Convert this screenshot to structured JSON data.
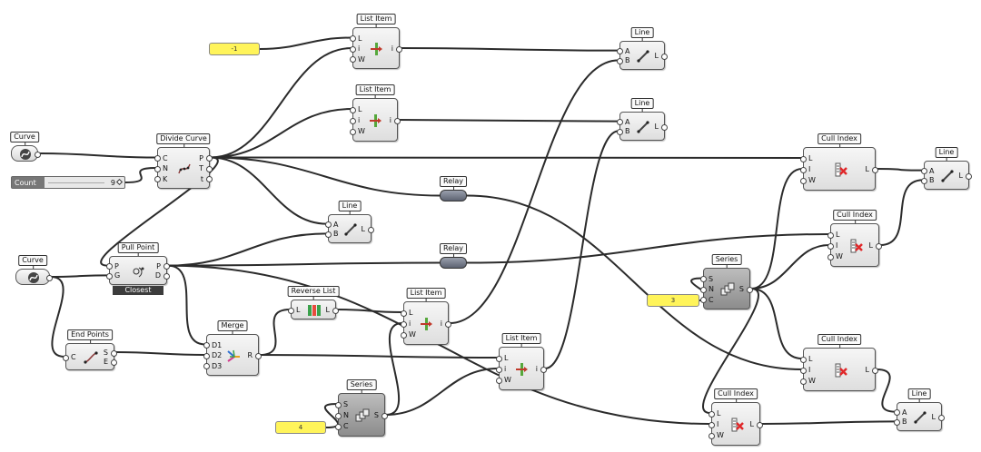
{
  "colors": {
    "wire": "#2b2b2b",
    "panel": "#fff45a",
    "cross": "#e0282a"
  },
  "components": [
    {
      "id": "listitem1",
      "kind": "comp",
      "title": "List Item",
      "icon": "list-item-icon",
      "inputs": [
        "L",
        "i",
        "W"
      ],
      "outputs": [
        "i"
      ]
    },
    {
      "id": "listitem2",
      "kind": "comp",
      "title": "List Item",
      "icon": "list-item-icon",
      "inputs": [
        "L",
        "i",
        "W"
      ],
      "outputs": [
        "i"
      ]
    },
    {
      "id": "line1",
      "kind": "comp",
      "title": "Line",
      "icon": "line-icon",
      "inputs": [
        "A",
        "B"
      ],
      "outputs": [
        "L"
      ]
    },
    {
      "id": "line2",
      "kind": "comp",
      "title": "Line",
      "icon": "line-icon",
      "inputs": [
        "A",
        "B"
      ],
      "outputs": [
        "L"
      ]
    },
    {
      "id": "curve1",
      "kind": "param",
      "title": "Curve",
      "icon": "curve-param-icon"
    },
    {
      "id": "divide",
      "kind": "comp",
      "title": "Divide Curve",
      "icon": "divide-curve-icon",
      "inputs": [
        "C",
        "N",
        "K"
      ],
      "outputs": [
        "P",
        "T",
        "t"
      ]
    },
    {
      "id": "count",
      "kind": "slider",
      "label": "Count",
      "value": "9"
    },
    {
      "id": "relay1",
      "kind": "relay",
      "title": "Relay"
    },
    {
      "id": "line3",
      "kind": "comp",
      "title": "Line",
      "icon": "line-icon",
      "inputs": [
        "A",
        "B"
      ],
      "outputs": [
        "L"
      ]
    },
    {
      "id": "curve2",
      "kind": "param",
      "title": "Curve",
      "icon": "curve-param-icon"
    },
    {
      "id": "pullpoint",
      "kind": "comp",
      "title": "Pull Point",
      "icon": "pull-point-icon",
      "inputs": [
        "P",
        "G"
      ],
      "outputs": [
        "P",
        "D"
      ],
      "below": "Closest"
    },
    {
      "id": "relay2",
      "kind": "relay",
      "title": "Relay"
    },
    {
      "id": "cull1",
      "kind": "comp",
      "title": "Cull Index",
      "icon": "cull-index-icon",
      "inputs": [
        "L",
        "I",
        "W"
      ],
      "outputs": [
        "L"
      ]
    },
    {
      "id": "line4",
      "kind": "comp",
      "title": "Line",
      "icon": "line-icon",
      "inputs": [
        "A",
        "B"
      ],
      "outputs": [
        "L"
      ]
    },
    {
      "id": "cull2",
      "kind": "comp",
      "title": "Cull Index",
      "icon": "cull-index-icon",
      "inputs": [
        "L",
        "I",
        "W"
      ],
      "outputs": [
        "L"
      ]
    },
    {
      "id": "series1",
      "kind": "comp",
      "dark": true,
      "title": "Series",
      "icon": "series-icon",
      "inputs": [
        "S",
        "N",
        "C"
      ],
      "outputs": [
        "S"
      ]
    },
    {
      "id": "endpoints",
      "kind": "comp",
      "title": "End Points",
      "icon": "end-points-icon",
      "inputs": [
        "C"
      ],
      "outputs": [
        "S",
        "E"
      ]
    },
    {
      "id": "merge",
      "kind": "comp",
      "title": "Merge",
      "icon": "merge-icon",
      "inputs": [
        "D1",
        "D2",
        "D3"
      ],
      "outputs": [
        "R"
      ]
    },
    {
      "id": "reverse",
      "kind": "comp",
      "title": "Reverse List",
      "icon": "reverse-list-icon",
      "inputs": [
        "L"
      ],
      "outputs": [
        "L"
      ]
    },
    {
      "id": "listitem3",
      "kind": "comp",
      "title": "List Item",
      "icon": "list-item-icon",
      "inputs": [
        "L",
        "i",
        "W"
      ],
      "outputs": [
        "i"
      ]
    },
    {
      "id": "listitem4",
      "kind": "comp",
      "title": "List Item",
      "icon": "list-item-icon",
      "inputs": [
        "L",
        "i",
        "W"
      ],
      "outputs": [
        "i"
      ]
    },
    {
      "id": "series2",
      "kind": "comp",
      "dark": true,
      "title": "Series",
      "icon": "series-icon",
      "inputs": [
        "S",
        "N",
        "C"
      ],
      "outputs": [
        "S"
      ]
    },
    {
      "id": "cull3",
      "kind": "comp",
      "title": "Cull Index",
      "icon": "cull-index-icon",
      "inputs": [
        "L",
        "I",
        "W"
      ],
      "outputs": [
        "L"
      ]
    },
    {
      "id": "line5",
      "kind": "comp",
      "title": "Line",
      "icon": "line-icon",
      "inputs": [
        "A",
        "B"
      ],
      "outputs": [
        "L"
      ]
    },
    {
      "id": "cull4",
      "kind": "comp",
      "title": "Cull Index",
      "icon": "cull-index-icon",
      "inputs": [
        "L",
        "I",
        "W"
      ],
      "outputs": [
        "L"
      ]
    },
    {
      "id": "panel1",
      "kind": "panel",
      "value": "-1"
    },
    {
      "id": "panel2",
      "kind": "panel",
      "value": "3"
    },
    {
      "id": "panel3",
      "kind": "panel",
      "value": "4"
    }
  ],
  "wires": [
    [
      "panel1",
      "listitem1"
    ],
    [
      "divide",
      "listitem1"
    ],
    [
      "divide",
      "listitem2"
    ],
    [
      "listitem1",
      "line1"
    ],
    [
      "listitem2",
      "line2"
    ],
    [
      "curve1",
      "divide"
    ],
    [
      "count",
      "divide"
    ],
    [
      "divide",
      "cull1"
    ],
    [
      "divide",
      "relay1"
    ],
    [
      "divide",
      "line3"
    ],
    [
      "pullpoint",
      "line3"
    ],
    [
      "divide",
      "pullpoint"
    ],
    [
      "curve2",
      "pullpoint"
    ],
    [
      "curve2",
      "endpoints"
    ],
    [
      "pullpoint",
      "relay2"
    ],
    [
      "relay2",
      "cull2"
    ],
    [
      "pullpoint",
      "merge"
    ],
    [
      "endpoints",
      "merge"
    ],
    [
      "merge",
      "reverse"
    ],
    [
      "merge",
      "listitem4"
    ],
    [
      "reverse",
      "listitem3"
    ],
    [
      "listitem3",
      "line1"
    ],
    [
      "series2",
      "listitem3"
    ],
    [
      "series2",
      "listitem4"
    ],
    [
      "listitem4",
      "line2"
    ],
    [
      "panel2",
      "series1"
    ],
    [
      "series1",
      "cull1"
    ],
    [
      "series1",
      "cull2"
    ],
    [
      "series1",
      "cull3"
    ],
    [
      "series1",
      "cull4"
    ],
    [
      "cull1",
      "line4"
    ],
    [
      "cull2",
      "line4"
    ],
    [
      "relay1",
      "cull3"
    ],
    [
      "cull3",
      "line5"
    ],
    [
      "cull4",
      "line5"
    ],
    [
      "pullpoint",
      "cull4"
    ],
    [
      "panel3",
      "series2"
    ]
  ]
}
